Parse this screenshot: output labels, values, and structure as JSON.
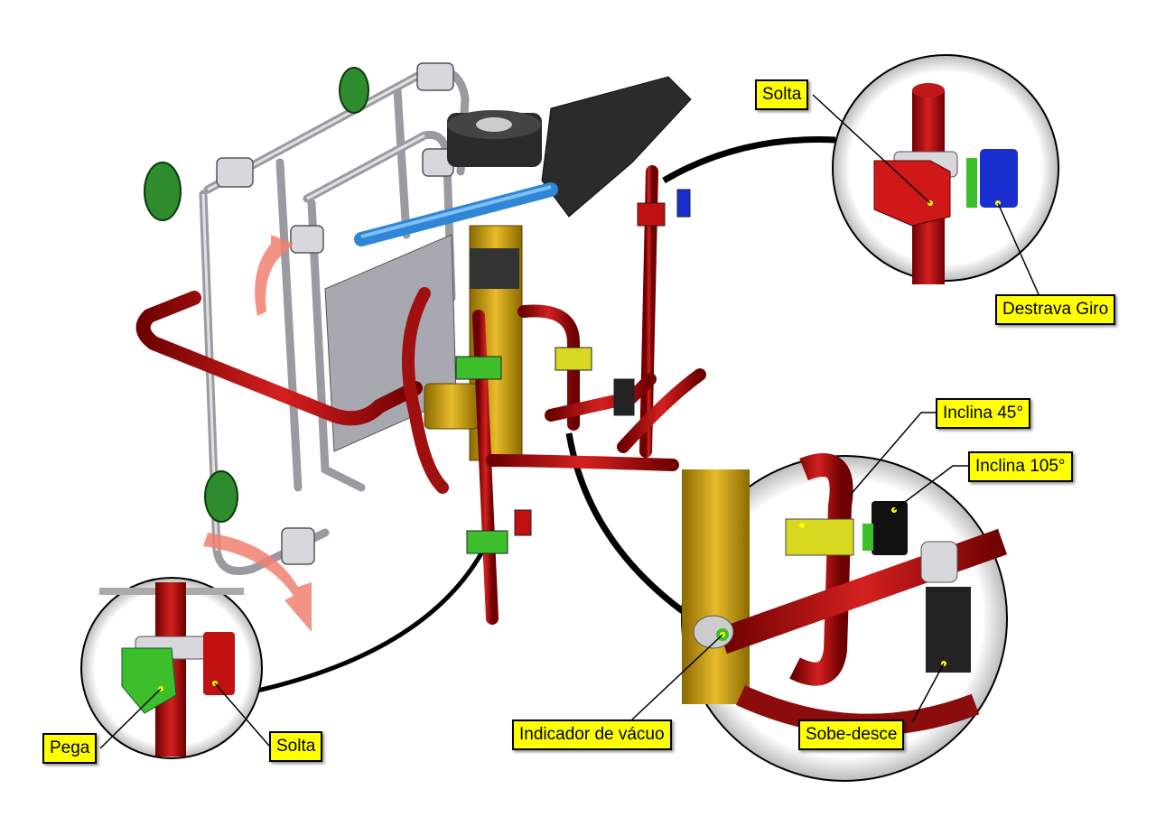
{
  "labels": {
    "solta_top": "Solta",
    "destrava_giro": "Destrava Giro",
    "inclina_45": "Inclina 45°",
    "inclina_105": "Inclina 105°",
    "indicador_vacuo": "Indicador de vácuo",
    "sobe_desce": "Sobe-desce",
    "pega": "Pega",
    "solta_bottom": "Solta"
  },
  "colors": {
    "label_bg": "#ffff00",
    "tube_red": "#b01010",
    "frame_gray": "#c8c8cc",
    "column_gold": "#d4a514",
    "cylinder_blue": "#2f86d6",
    "cup_green": "#2e8b2e",
    "valve_green": "#3cbf2a",
    "valve_blue": "#1a2fd0",
    "arrow_pink": "#f08070"
  }
}
